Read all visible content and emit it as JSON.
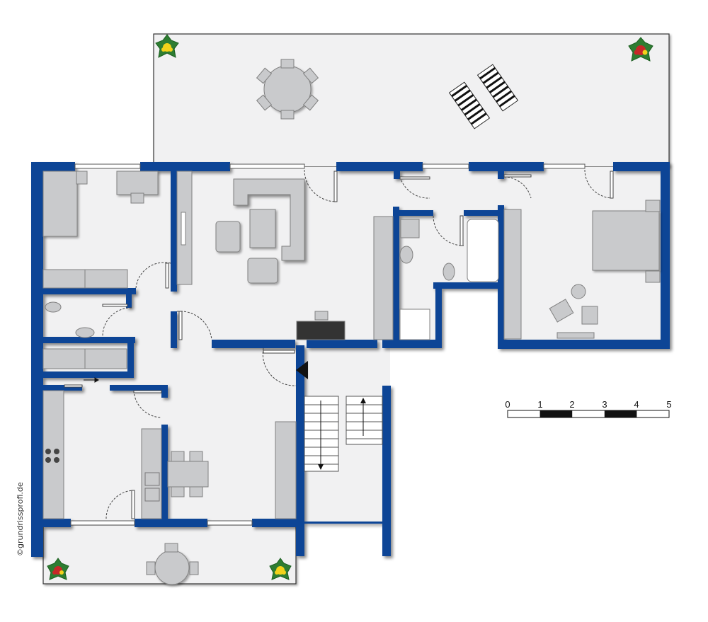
{
  "scale_bar": {
    "labels": [
      "0",
      "1",
      "2",
      "3",
      "4",
      "5"
    ]
  },
  "copyright": "©grundrissprofi.de",
  "colors": {
    "wall": "#0b4496",
    "floor": "#f1f1f2",
    "furniture": "#c9cacc",
    "furniture_edge": "#808080",
    "bg": "#ffffff"
  }
}
